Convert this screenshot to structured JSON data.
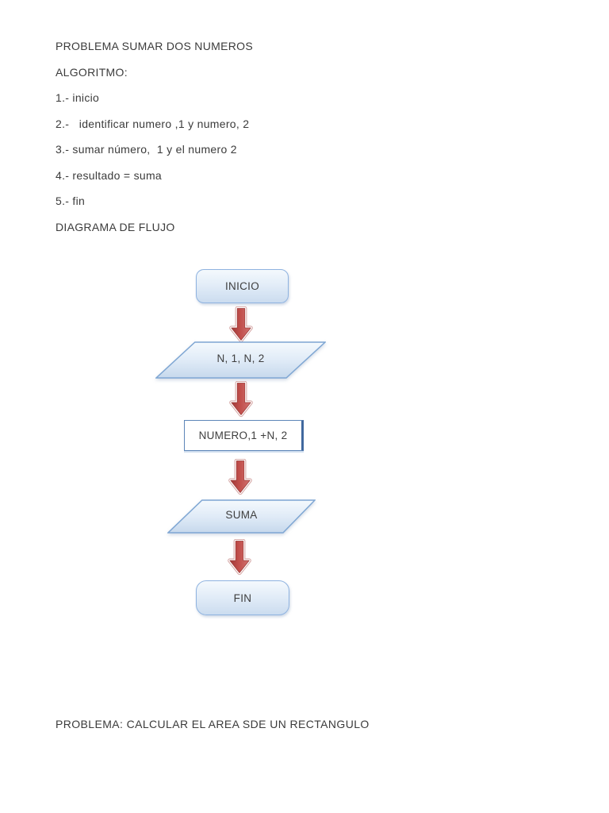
{
  "page": {
    "background": "#ffffff",
    "text_color": "#3b3b3b"
  },
  "document": {
    "lines": [
      "PROBLEMA SUMAR DOS NUMEROS",
      "ALGORITMO:",
      "1.- inicio",
      "2.-   identificar numero ,1 y numero, 2",
      "3.- sumar número,  1 y el numero 2",
      "4.- resultado = suma",
      "5.- fin",
      "DIAGRAMA DE FLUJO"
    ],
    "footer_line": "PROBLEMA: CALCULAR EL AREA SDE UN RECTANGULO"
  },
  "flowchart": {
    "nodes": [
      {
        "id": "start",
        "shape": "terminator",
        "label": "INICIO"
      },
      {
        "id": "input",
        "shape": "parallelogram",
        "label": "N, 1, N, 2"
      },
      {
        "id": "process",
        "shape": "rectangle",
        "label": "NUMERO,1 +N, 2"
      },
      {
        "id": "output",
        "shape": "parallelogram",
        "label": "SUMA"
      },
      {
        "id": "end",
        "shape": "terminator",
        "label": "FIN"
      }
    ],
    "connector_icon": "down-arrow",
    "colors": {
      "shape_fill_top": "#f4f9fd",
      "shape_fill_bottom": "#c6d8ec",
      "shape_border": "#8fb3e0",
      "process_border": "#5d86b8",
      "process_border_right": "#40689e",
      "arrow_fill_dark": "#9e3a38",
      "arrow_fill_light": "#d07270",
      "arrow_outline_pink": "#d4a5a3",
      "arrow_outline_white": "#ffffff"
    }
  }
}
